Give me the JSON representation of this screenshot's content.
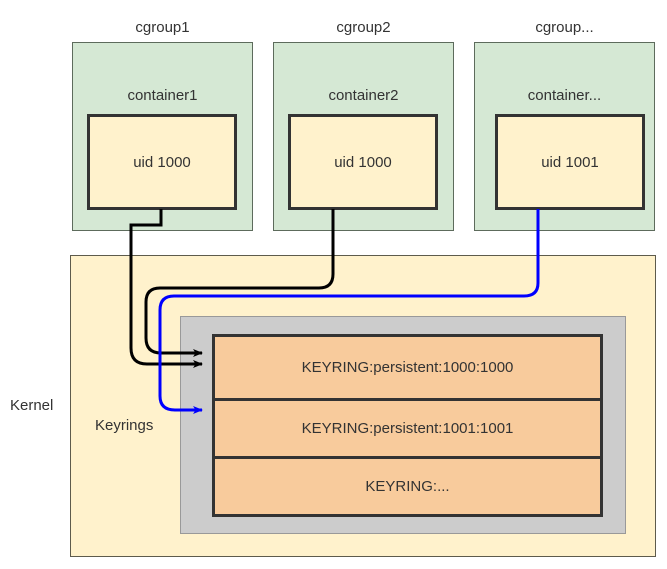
{
  "diagram": {
    "title_hidden": "",
    "kernel_label": "Kernel",
    "keyrings_label": "Keyrings",
    "cgroups": [
      {
        "title": "cgroup1",
        "container": "container1",
        "uid": "uid 1000",
        "edge_color": "#000000"
      },
      {
        "title": "cgroup2",
        "container": "container2",
        "uid": "uid 1000",
        "edge_color": "#000000"
      },
      {
        "title": "cgroup...",
        "container": "container...",
        "uid": "uid 1001",
        "edge_color": "#0000ff"
      }
    ],
    "keyrings": [
      {
        "name": "KEYRING:persistent:1000:1000"
      },
      {
        "name": "KEYRING:persistent:1001:1001"
      },
      {
        "name": "KEYRING:..."
      }
    ],
    "colors": {
      "cgroup_fill": "#d5e8d4",
      "cgroup_stroke": "#5d6b5c",
      "uid_fill": "#fff2cc",
      "uid_stroke": "#333333",
      "kernel_fill": "#fff2cc",
      "keyrings_fill": "#cccccc",
      "keyring_fill": "#f8cb9c",
      "edge_black": "#000000",
      "edge_blue": "#0000ff",
      "text": "#333333"
    }
  }
}
